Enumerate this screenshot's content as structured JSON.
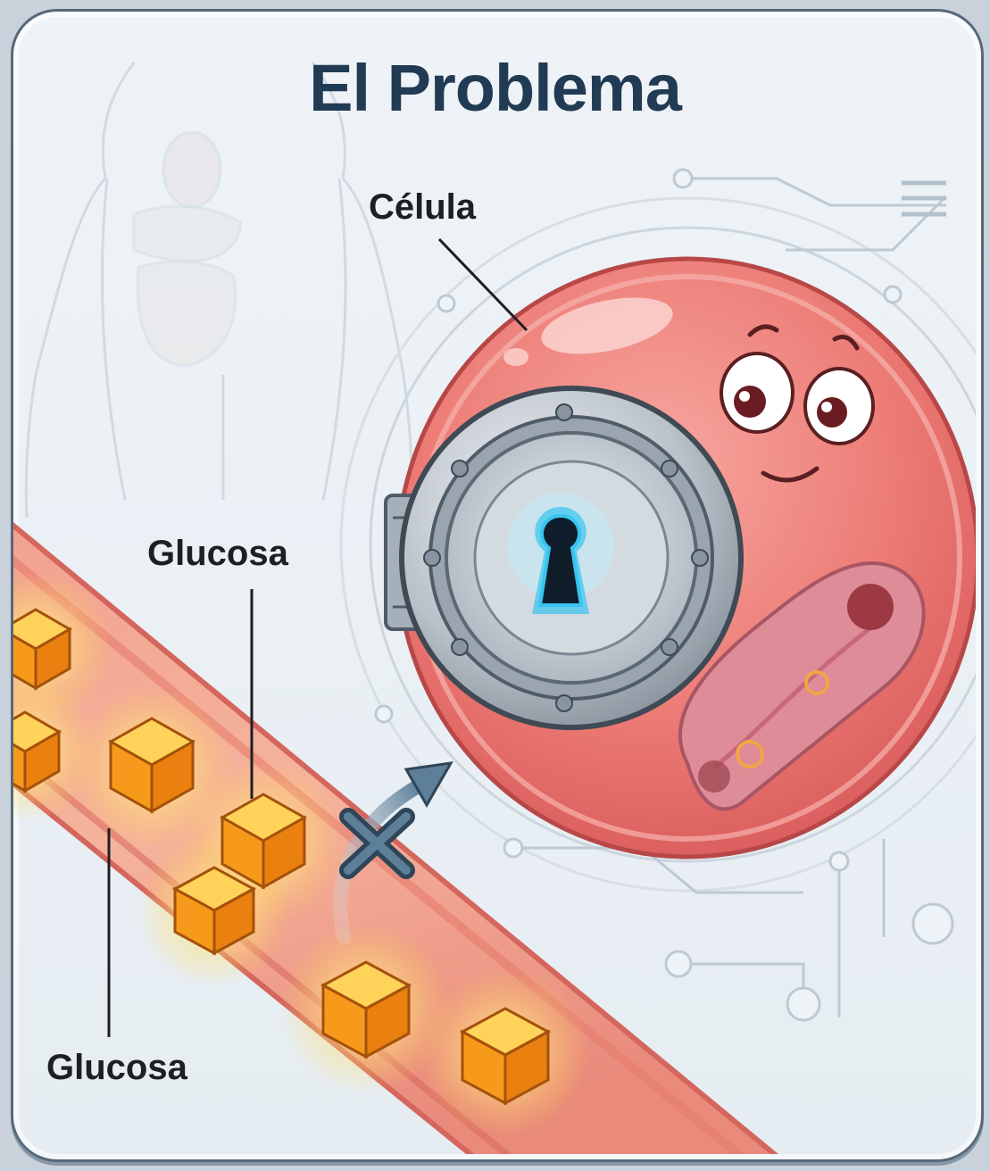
{
  "title": "El Problema",
  "labels": {
    "cell": "Célula",
    "glucose_upper": "Glucosa",
    "glucose_lower": "Glucosa"
  },
  "icons": [
    "body-silhouette-icon",
    "vault-door-icon",
    "keyhole-icon",
    "blocked-arrow-icon",
    "glucose-cube-icon",
    "mitochondrion-icon",
    "circuit-lines-icon"
  ],
  "colors": {
    "title": "#223b55",
    "cell": "#e9706d",
    "vessel": "#e9877c",
    "glucose": "#f7a51c",
    "keyhole_glow": "#37c4f0"
  }
}
